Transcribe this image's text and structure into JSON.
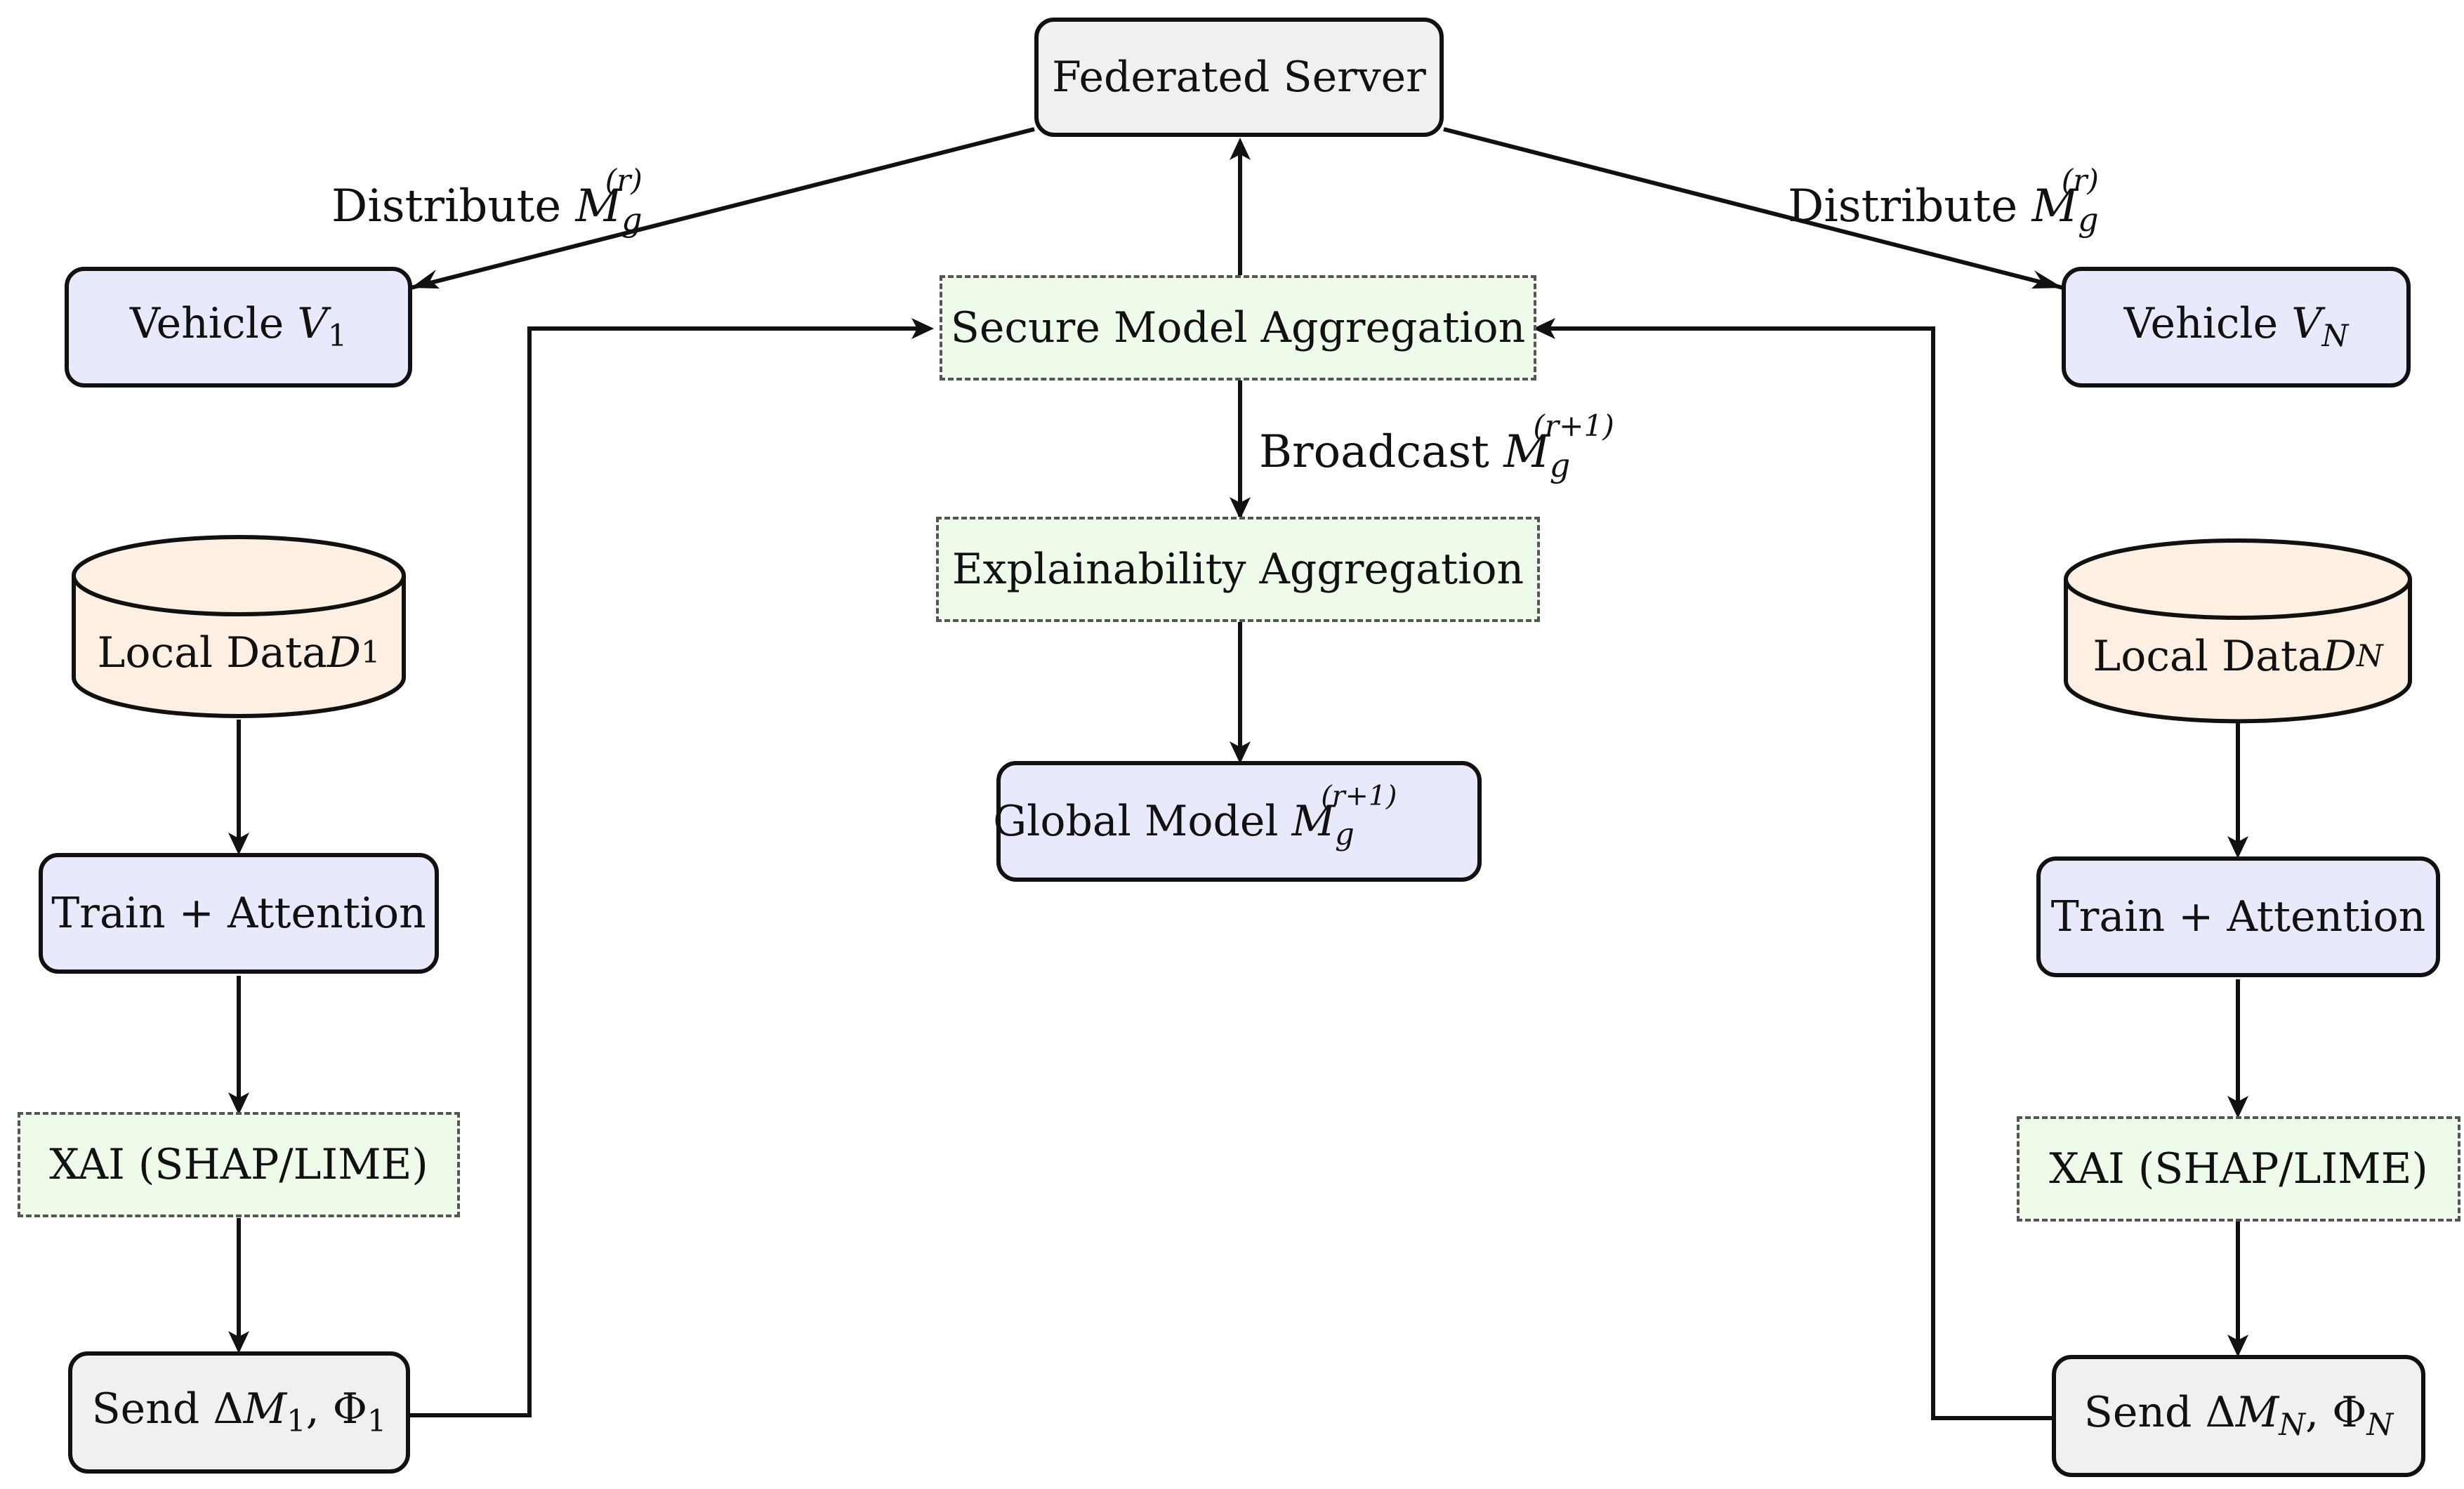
{
  "server": {
    "label": "Federated Server"
  },
  "vehicle_1": {
    "label": "Vehicle ",
    "var": "V",
    "sub": "1"
  },
  "vehicle_n": {
    "label": "Vehicle ",
    "var": "V",
    "sub": "N"
  },
  "secure_agg": {
    "label": "Secure Model Aggregation"
  },
  "explain_agg": {
    "label": "Explainability Aggregation"
  },
  "global_model": {
    "label": "Global Model ",
    "var": "M",
    "sub": "g",
    "sup": "(r+1)"
  },
  "left": {
    "data": {
      "label": "Local Data ",
      "var": "D",
      "sub": "1"
    },
    "train": {
      "label": "Train + Attention"
    },
    "xai": {
      "label": "XAI (SHAP/LIME)"
    },
    "send": {
      "label": "Send Δ",
      "var1": "M",
      "sub1": "1",
      "sep": ", Φ",
      "sub2": "1"
    }
  },
  "right": {
    "data": {
      "label": "Local Data ",
      "var": "D",
      "sub": "N"
    },
    "train": {
      "label": "Train + Attention"
    },
    "xai": {
      "label": "XAI (SHAP/LIME)"
    },
    "send": {
      "label": "Send Δ",
      "var1": "M",
      "sub1": "N",
      "sep": ", Φ",
      "sub2": "N"
    }
  },
  "edges": {
    "distribute_left": {
      "label": "Distribute ",
      "var": "M",
      "sub": "g",
      "sup": "(r)"
    },
    "distribute_right": {
      "label": "Distribute ",
      "var": "M",
      "sub": "g",
      "sup": "(r)"
    },
    "broadcast": {
      "label": "Broadcast ",
      "var": "M",
      "sub": "g",
      "sup": "(r+1)"
    }
  },
  "colors": {
    "gray_fill": "#f0f0f0",
    "lavender_fill": "#e9e9fc",
    "green_fill": "#eefaea",
    "peach_fill": "#fdefe1",
    "stroke": "#111111"
  }
}
